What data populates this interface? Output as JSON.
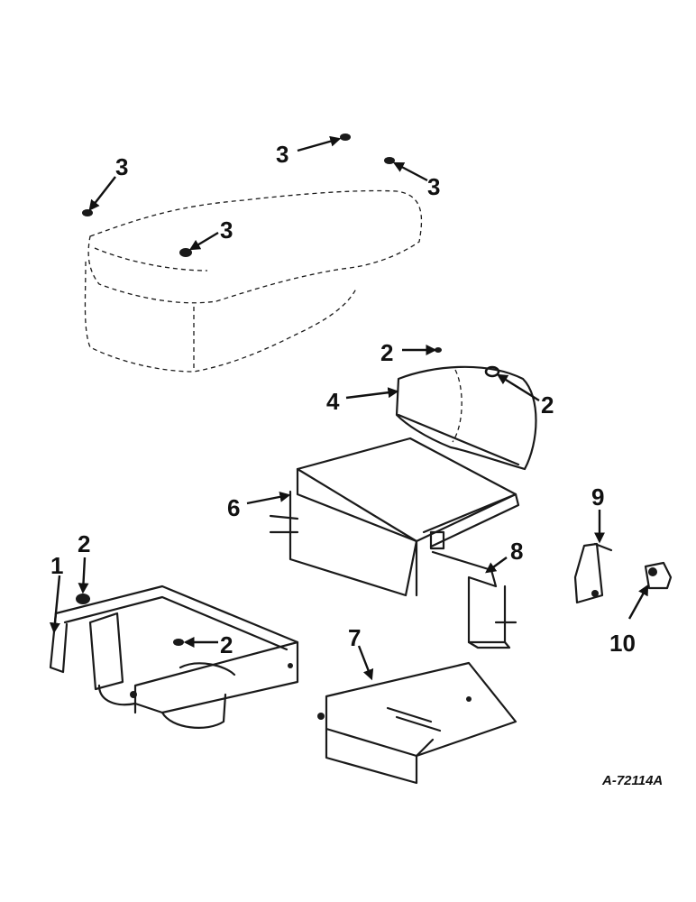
{
  "callouts": [
    {
      "id": "1",
      "label": "1"
    },
    {
      "id": "2a",
      "label": "2"
    },
    {
      "id": "2b",
      "label": "2"
    },
    {
      "id": "2c",
      "label": "2"
    },
    {
      "id": "2d",
      "label": "2"
    },
    {
      "id": "3a",
      "label": "3"
    },
    {
      "id": "3b",
      "label": "3"
    },
    {
      "id": "3c",
      "label": "3"
    },
    {
      "id": "3d",
      "label": "3"
    },
    {
      "id": "4",
      "label": "4"
    },
    {
      "id": "6",
      "label": "6"
    },
    {
      "id": "7",
      "label": "7"
    },
    {
      "id": "8",
      "label": "8"
    },
    {
      "id": "9",
      "label": "9"
    },
    {
      "id": "10",
      "label": "10"
    }
  ],
  "reference_code": "A-72114A"
}
